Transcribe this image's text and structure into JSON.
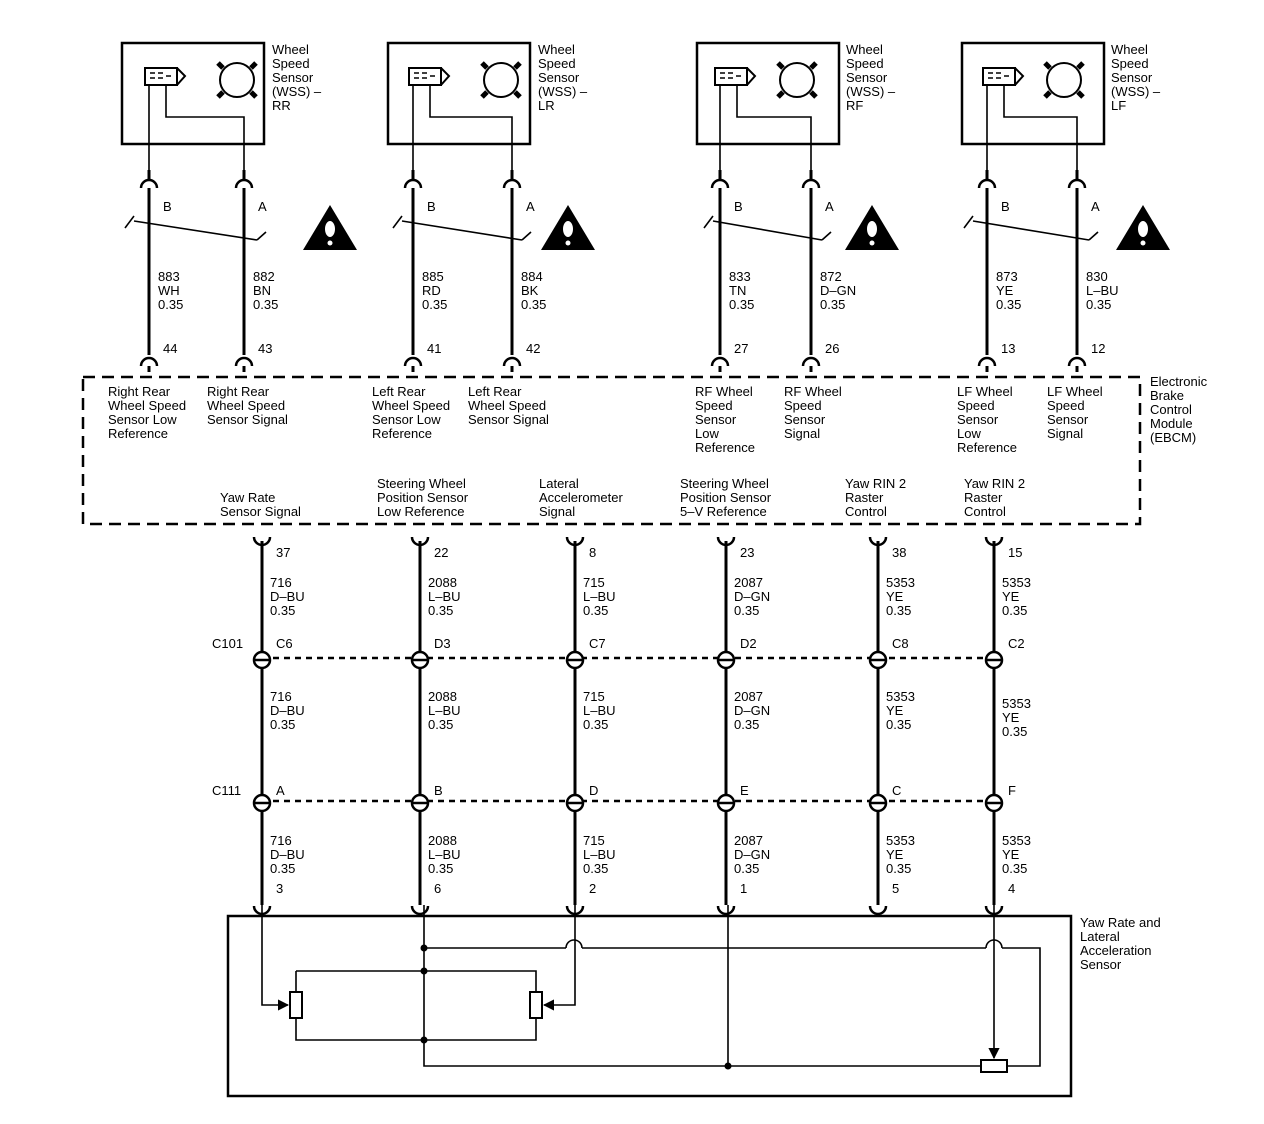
{
  "sensors": [
    {
      "label": [
        "Wheel",
        "Speed",
        "Sensor",
        "(WSS) –",
        "RR"
      ]
    },
    {
      "label": [
        "Wheel",
        "Speed",
        "Sensor",
        "(WSS) –",
        "LR"
      ]
    },
    {
      "label": [
        "Wheel",
        "Speed",
        "Sensor",
        "(WSS) –",
        "RF"
      ]
    },
    {
      "label": [
        "Wheel",
        "Speed",
        "Sensor",
        "(WSS) –",
        "LF"
      ]
    }
  ],
  "top_wires": [
    {
      "pin": "B",
      "circuit": "883",
      "color": "WH",
      "gauge": "0.35",
      "ebcm_pin": "44",
      "label": [
        "Right Rear",
        "Wheel Speed",
        "Sensor Low",
        "Reference"
      ]
    },
    {
      "pin": "A",
      "circuit": "882",
      "color": "BN",
      "gauge": "0.35",
      "ebcm_pin": "43",
      "label": [
        "Right Rear",
        "Wheel Speed",
        "Sensor Signal"
      ]
    },
    {
      "pin": "B",
      "circuit": "885",
      "color": "RD",
      "gauge": "0.35",
      "ebcm_pin": "41",
      "label": [
        "Left Rear",
        "Wheel Speed",
        "Sensor Low",
        "Reference"
      ]
    },
    {
      "pin": "A",
      "circuit": "884",
      "color": "BK",
      "gauge": "0.35",
      "ebcm_pin": "42",
      "label": [
        "Left Rear",
        "Wheel Speed",
        "Sensor Signal"
      ]
    },
    {
      "pin": "B",
      "circuit": "833",
      "color": "TN",
      "gauge": "0.35",
      "ebcm_pin": "27",
      "label": [
        "RF Wheel",
        "Speed",
        "Sensor",
        "Low",
        "Reference"
      ]
    },
    {
      "pin": "A",
      "circuit": "872",
      "color": "D–GN",
      "gauge": "0.35",
      "ebcm_pin": "26",
      "label": [
        "RF Wheel",
        "Speed",
        "Sensor",
        "Signal"
      ]
    },
    {
      "pin": "B",
      "circuit": "873",
      "color": "YE",
      "gauge": "0.35",
      "ebcm_pin": "13",
      "label": [
        "LF Wheel",
        "Speed",
        "Sensor",
        "Low",
        "Reference"
      ]
    },
    {
      "pin": "A",
      "circuit": "830",
      "color": "L–BU",
      "gauge": "0.35",
      "ebcm_pin": "12",
      "label": [
        "LF Wheel",
        "Speed",
        "Sensor",
        "Signal"
      ]
    }
  ],
  "ebcm": {
    "label": [
      "Electronic",
      "Brake",
      "Control",
      "Module",
      "(EBCM)"
    ]
  },
  "bottom_wires": [
    {
      "label": [
        "Yaw Rate",
        "Sensor Signal"
      ],
      "ebcm_pin": "37",
      "circuit": "716",
      "color": "D–BU",
      "gauge": "0.35",
      "c101_pin": "C6",
      "c111_pin": "A",
      "sensor_pin": "3"
    },
    {
      "label": [
        "Steering Wheel",
        "Position Sensor",
        "Low Reference"
      ],
      "ebcm_pin": "22",
      "circuit": "2088",
      "color": "L–BU",
      "gauge": "0.35",
      "c101_pin": "D3",
      "c111_pin": "B",
      "sensor_pin": "6"
    },
    {
      "label": [
        "Lateral",
        "Accelerometer",
        "Signal"
      ],
      "ebcm_pin": "8",
      "circuit": "715",
      "color": "L–BU",
      "gauge": "0.35",
      "c101_pin": "C7",
      "c111_pin": "D",
      "sensor_pin": "2"
    },
    {
      "label": [
        "Steering Wheel",
        "Position Sensor",
        "5–V Reference"
      ],
      "ebcm_pin": "23",
      "circuit": "2087",
      "color": "D–GN",
      "gauge": "0.35",
      "c101_pin": "D2",
      "c111_pin": "E",
      "sensor_pin": "1"
    },
    {
      "label": [
        "Yaw RIN 2",
        "Raster",
        "Control"
      ],
      "ebcm_pin": "38",
      "circuit": "5353",
      "color": "YE",
      "gauge": "0.35",
      "c101_pin": "C8",
      "c111_pin": "C",
      "sensor_pin": "5"
    },
    {
      "label": [
        "Yaw RIN 2",
        "Raster",
        "Control"
      ],
      "ebcm_pin": "15",
      "circuit": "5353",
      "color": "YE",
      "gauge": "0.35",
      "c101_pin": "C2",
      "c111_pin": "F",
      "sensor_pin": "4"
    }
  ],
  "connectors": {
    "c101": "C101",
    "c111": "C111"
  },
  "yaw_sensor": {
    "label": [
      "Yaw Rate and",
      "Lateral",
      "Acceleration",
      "Sensor"
    ]
  }
}
